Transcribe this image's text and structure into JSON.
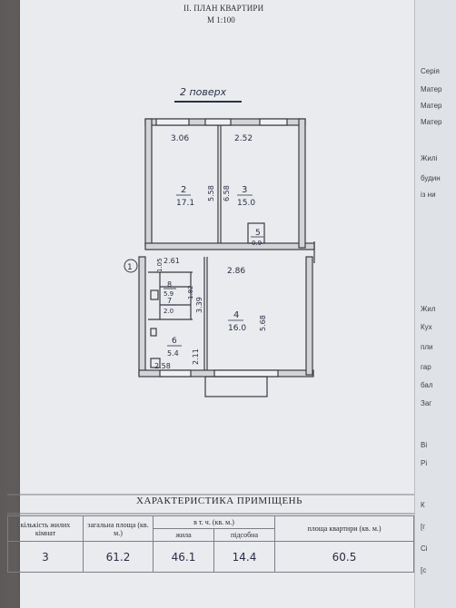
{
  "header": {
    "title": "ІІ. ПЛАН КВАРТИРИ",
    "scale": "М 1:100"
  },
  "floor_label": "2 поверх",
  "plan": {
    "dimensions": {
      "top_left": "3.06",
      "top_right": "2.52",
      "mid_wall": "2.61",
      "room4_width": "2.86",
      "bottom_left": "2.58",
      "room2_height": "5.58",
      "room3_height": "6.58",
      "room4_height": "5.68",
      "hall_height": "3.39",
      "kitchen_height": "2.11",
      "bath_w": "1.05",
      "hall_small": "1.82"
    },
    "rooms": [
      {
        "num": "2",
        "area": "17.1"
      },
      {
        "num": "3",
        "area": "15.0"
      },
      {
        "num": "5",
        "area": "0.9"
      },
      {
        "num": "4",
        "area": "16.0"
      },
      {
        "num": "8",
        "area": "5.9"
      },
      {
        "num": "7",
        "area": "2.0"
      },
      {
        "num": "6",
        "area": "5.4"
      }
    ],
    "axis_marker": "1"
  },
  "side_labels": [
    "Серія",
    "Матер",
    "Матер",
    "Матер",
    "Жилі",
    "будин",
    "із ни",
    "Жил",
    "Кух",
    "пли",
    "гар",
    "бал",
    "Заг",
    "Ві",
    "Рі",
    "К",
    "[г",
    "Ci",
    "[c"
  ],
  "characteristics": {
    "title": "ХАРАКТЕРИСТИКА ПРИМІЩЕНЬ",
    "headers": {
      "rooms_count": "кількість жилих кімнат",
      "total_area": "загальна площа (кв. м.)",
      "incl": "в т. ч. (кв. м.)",
      "living": "жила",
      "auxiliary": "підсобна",
      "apartment_area": "площа квартири (кв. м.)"
    },
    "values": {
      "rooms_count": "3",
      "total_area": "61.2",
      "living": "46.1",
      "auxiliary": "14.4",
      "apartment_area": "60.5"
    }
  }
}
